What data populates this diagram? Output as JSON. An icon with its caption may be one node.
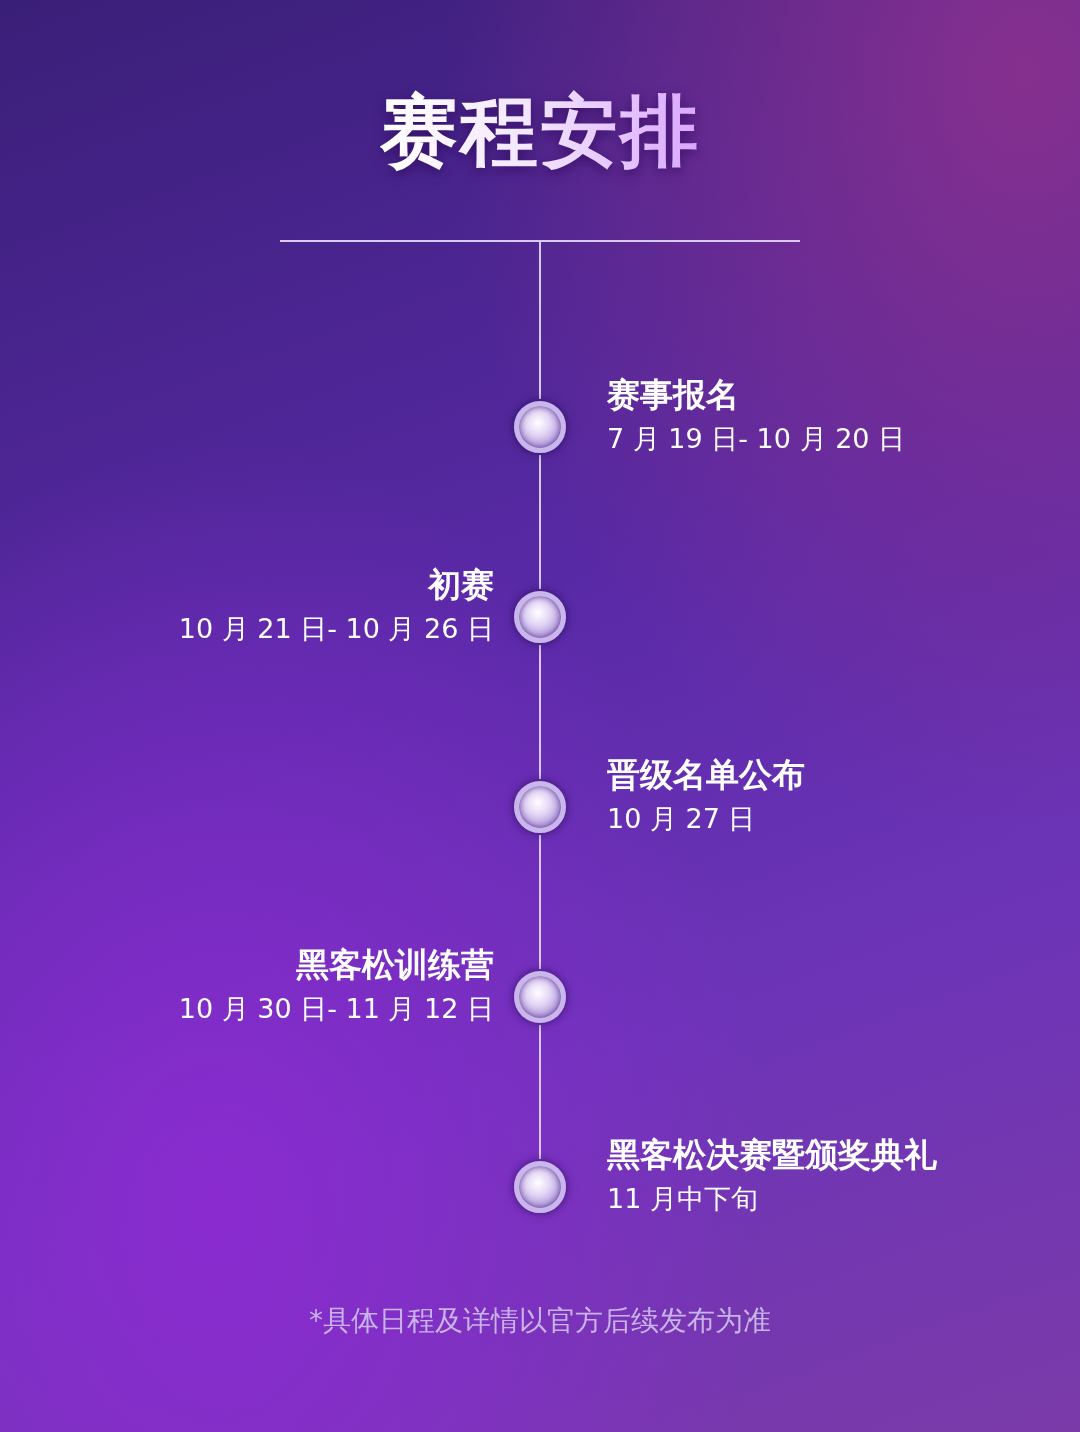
{
  "diagram": {
    "title": "赛程安排",
    "caption": "*具体日程及详情以官方后续发布为准",
    "nodes": [
      {
        "text": [],
        "shape": "circle",
        "beside": [
          "赛事报名",
          "7 月 19 日- 10 月 20 日"
        ]
      },
      {
        "text": [],
        "shape": "circle",
        "beside": [
          "初赛",
          "10 月 21 日- 10 月 26 日"
        ]
      },
      {
        "text": [],
        "shape": "circle",
        "beside": [
          "晋级名单公布",
          "10 月 27 日"
        ]
      },
      {
        "text": [],
        "shape": "circle",
        "beside": [
          "黑客松训练营",
          "10 月 30 日- 11 月 12 日"
        ]
      },
      {
        "text": [],
        "shape": "circle",
        "beside": [
          "黑客松决赛暨颁奖典礼",
          "11 月中下旬"
        ]
      }
    ],
    "edges": [
      {
        "from": 0,
        "to": 1,
        "arrow": "none"
      },
      {
        "from": 1,
        "to": 2,
        "arrow": "none"
      },
      {
        "from": 2,
        "to": 3,
        "arrow": "none"
      },
      {
        "from": 3,
        "to": 4,
        "arrow": "none"
      }
    ]
  }
}
